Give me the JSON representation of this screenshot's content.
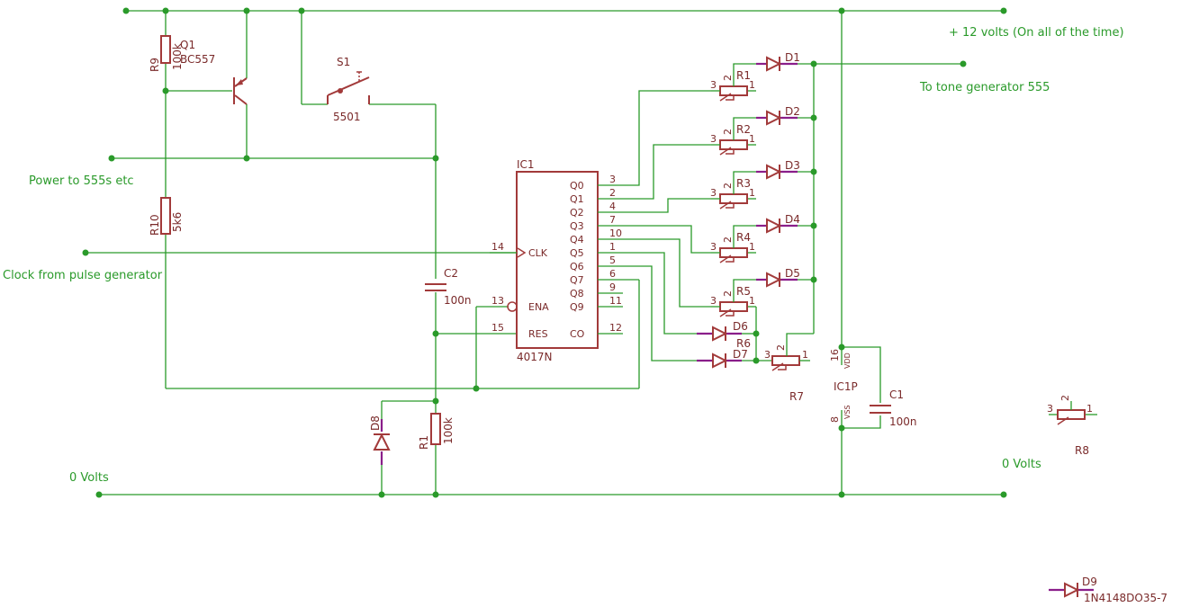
{
  "schematic": {
    "net_labels": {
      "supply": "+ 12 volts (On all of the time)",
      "tone": "To tone generator 555",
      "power": "Power to 555s etc",
      "clock": "Clock from pulse generator",
      "ground_left": "0 Volts",
      "ground_right": "0 Volts"
    },
    "ic1": {
      "name": "IC1",
      "part": "4017N",
      "left_pins": [
        {
          "num": "14",
          "label": "CLK"
        },
        {
          "num": "13",
          "label": "ENA"
        },
        {
          "num": "15",
          "label": "RES"
        }
      ],
      "right_pins": [
        {
          "num": "3",
          "label": "Q0"
        },
        {
          "num": "2",
          "label": "Q1"
        },
        {
          "num": "4",
          "label": "Q2"
        },
        {
          "num": "7",
          "label": "Q3"
        },
        {
          "num": "10",
          "label": "Q4"
        },
        {
          "num": "1",
          "label": "Q5"
        },
        {
          "num": "5",
          "label": "Q6"
        },
        {
          "num": "6",
          "label": "Q7"
        },
        {
          "num": "9",
          "label": "Q8"
        },
        {
          "num": "11",
          "label": "Q9"
        },
        {
          "num": "12",
          "label": "CO"
        }
      ]
    },
    "ic1p": {
      "name": "IC1P",
      "vdd_pin": "16",
      "vdd": "VDD",
      "vss_pin": "8",
      "vss": "VSS"
    },
    "r9": {
      "name": "R9",
      "value": "100k"
    },
    "r10": {
      "name": "R10",
      "value": "5k6"
    },
    "r1": {
      "name": "R1",
      "value": "100k"
    },
    "q1": {
      "name": "Q1",
      "part": "BC557"
    },
    "s1": {
      "name": "S1",
      "part": "5501"
    },
    "c2": {
      "name": "C2",
      "value": "100n"
    },
    "c1": {
      "name": "C1",
      "value": "100n"
    },
    "d8": {
      "name": "D8"
    },
    "d9": {
      "name": "D9",
      "part": "1N4148DO35-7"
    },
    "diodes": [
      "D1",
      "D2",
      "D3",
      "D4",
      "D5",
      "D6",
      "D7"
    ],
    "pots": [
      "R1",
      "R2",
      "R3",
      "R4",
      "R5",
      "R6",
      "R7"
    ],
    "r8": {
      "name": "R8"
    },
    "pot_pins": {
      "a": "3",
      "b": "2",
      "c": "1"
    }
  }
}
